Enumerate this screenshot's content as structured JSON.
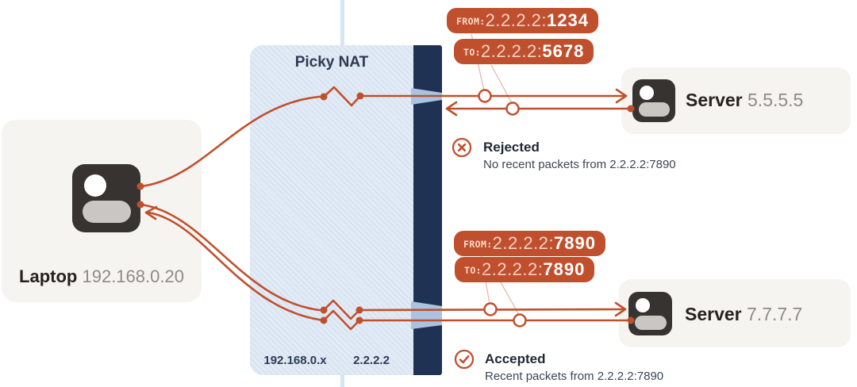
{
  "colors": {
    "accent": "#c0502d",
    "wall": "#203253",
    "natFill": "#e2ebf5",
    "cardFill": "#f5f4f1",
    "titleText": "#2d3a52",
    "nameText": "#262220",
    "addressText": "#8f8b85"
  },
  "nat": {
    "title": "Picky NAT",
    "inside_label": "192.168.0.x",
    "outside_label": "2.2.2.2"
  },
  "laptop": {
    "name": "Laptop",
    "address": "192.168.0.20",
    "icon": "computer-icon"
  },
  "server_top": {
    "name": "Server",
    "address": "5.5.5.5",
    "icon": "server-icon"
  },
  "server_bottom": {
    "name": "Server",
    "address": "7.7.7.7",
    "icon": "server-icon"
  },
  "flows": {
    "rejected": {
      "status": "Rejected",
      "detail": "No recent packets from 2.2.2.2:7890",
      "icon": "x-circle-icon",
      "from_badge": {
        "label": "FROM:",
        "ip": "2.2.2.2:",
        "port": "1234"
      },
      "to_badge": {
        "label": "TO:",
        "ip": "2.2.2.2:",
        "port": "5678"
      }
    },
    "accepted": {
      "status": "Accepted",
      "detail": "Recent packets from 2.2.2.2:7890",
      "icon": "check-circle-icon",
      "from_badge": {
        "label": "FROM:",
        "ip": "2.2.2.2:",
        "port": "7890"
      },
      "to_badge": {
        "label": "TO:",
        "ip": "2.2.2.2:",
        "port": "7890"
      }
    }
  }
}
